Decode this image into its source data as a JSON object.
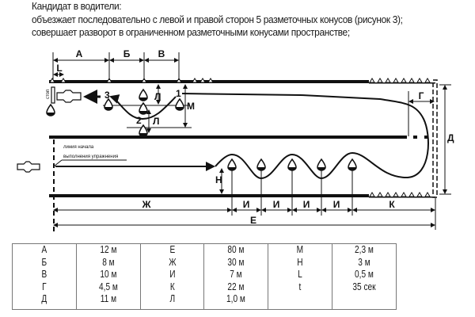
{
  "text": {
    "heading": "Кандидат в водители:",
    "line1": "объезжает последовательно с левой и правой сторон 5 разметочных конусов (рисунок 3);",
    "line2": "совершает разворот в ограниченном разметочными конусами пространстве;"
  },
  "diagram": {
    "labels": {
      "A": "А",
      "B": "Б",
      "V": "В",
      "L": "L",
      "M": "М",
      "L1": "Л",
      "L2": "Л",
      "G": "Г",
      "D": "Д",
      "H": "Н",
      "Zh": "Ж",
      "E": "Е",
      "K": "К",
      "I": [
        "И",
        "И",
        "И",
        "И"
      ],
      "n1": "1",
      "n2": "2",
      "n3": "3",
      "stop": "стоп",
      "start_line_1": "линия начала",
      "start_line_2": "выполнения упражнения"
    }
  },
  "table": {
    "columns": [
      {
        "keys": [
          "А",
          "Б",
          "В",
          "Г",
          "Д"
        ],
        "values": [
          "12 м",
          "8 м",
          "10 м",
          "4,5 м",
          "11 м"
        ]
      },
      {
        "keys": [
          "Е",
          "Ж",
          "И",
          "К",
          "Л"
        ],
        "values": [
          "80 м",
          "30 м",
          "7 м",
          "22 м",
          "1,0 м"
        ]
      },
      {
        "keys": [
          "М",
          "Н",
          "L",
          "t"
        ],
        "values": [
          "2,3 м",
          "3 м",
          "0,5 м",
          "35 сек"
        ]
      }
    ]
  }
}
